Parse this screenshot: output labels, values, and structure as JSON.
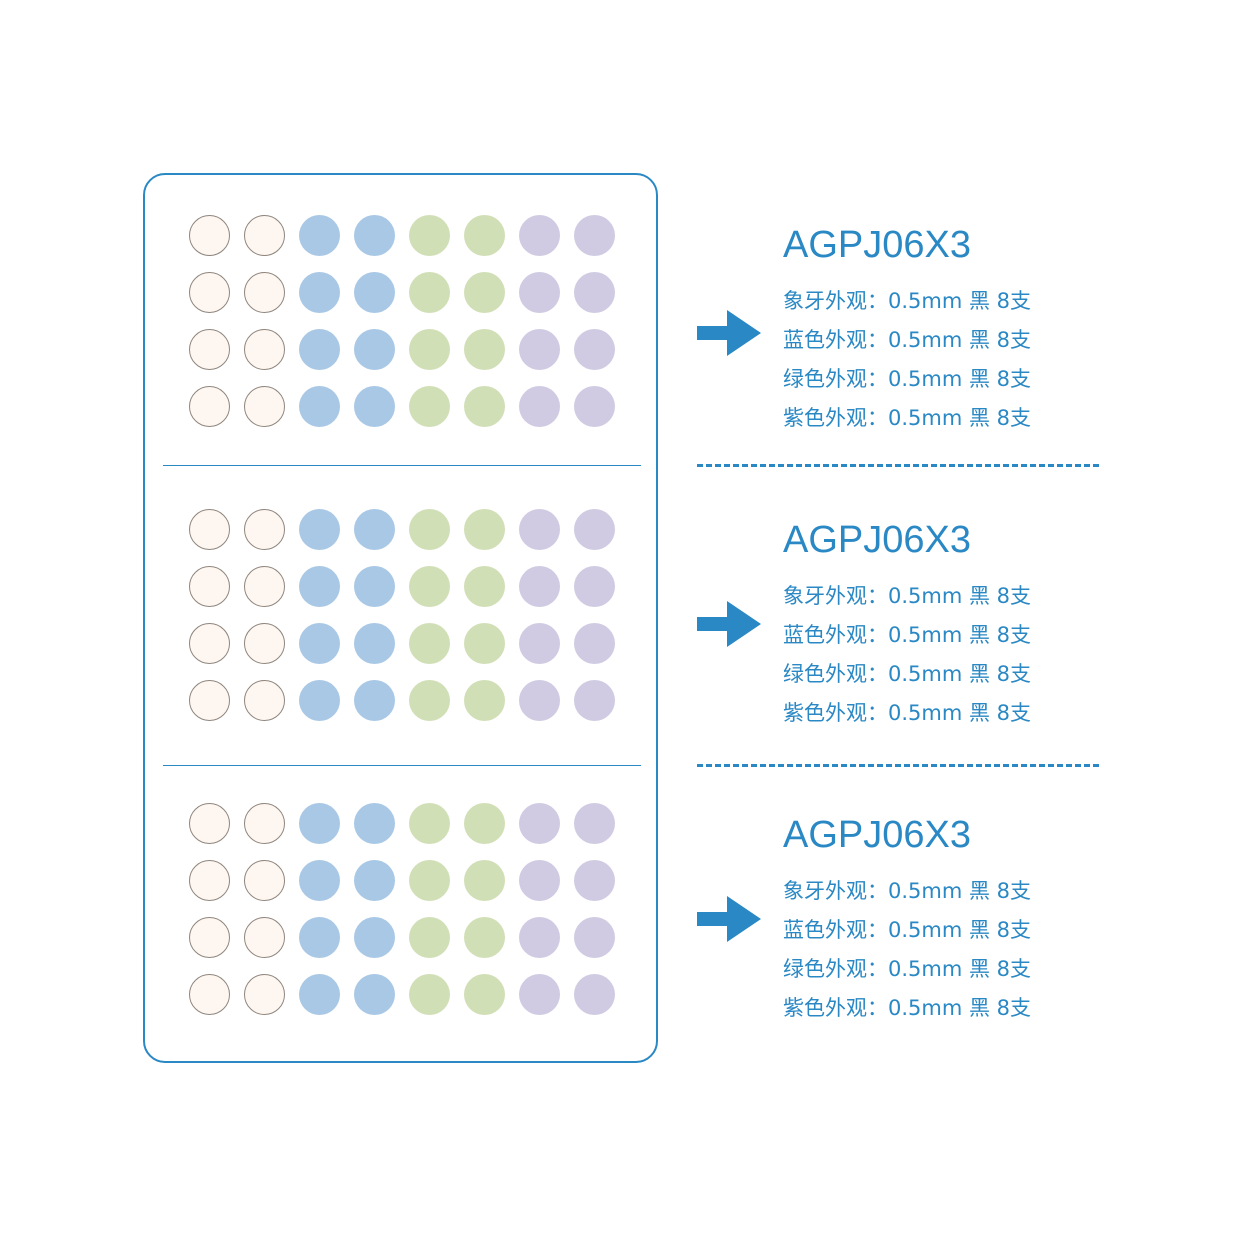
{
  "colors": {
    "accent": "#2a88c4",
    "ivory": "#fef7f1",
    "blue": "#a9c8e5",
    "green": "#d1dfb6",
    "purple": "#d0cbe3"
  },
  "dot_row_pattern": [
    "ivory",
    "ivory",
    "blue",
    "blue",
    "green",
    "green",
    "purple",
    "purple"
  ],
  "groups": [
    {
      "model": "AGPJ06X3",
      "specs": [
        "象牙外观：0.5mm  黑  8支",
        "蓝色外观：0.5mm  黑  8支",
        "绿色外观：0.5mm  黑  8支",
        "紫色外观：0.5mm  黑  8支"
      ]
    },
    {
      "model": "AGPJ06X3",
      "specs": [
        "象牙外观：0.5mm  黑  8支",
        "蓝色外观：0.5mm  黑  8支",
        "绿色外观：0.5mm  黑  8支",
        "紫色外观：0.5mm  黑  8支"
      ]
    },
    {
      "model": "AGPJ06X3",
      "specs": [
        "象牙外观：0.5mm  黑  8支",
        "蓝色外观：0.5mm  黑  8支",
        "绿色外观：0.5mm  黑  8支",
        "紫色外观：0.5mm  黑  8支"
      ]
    }
  ]
}
